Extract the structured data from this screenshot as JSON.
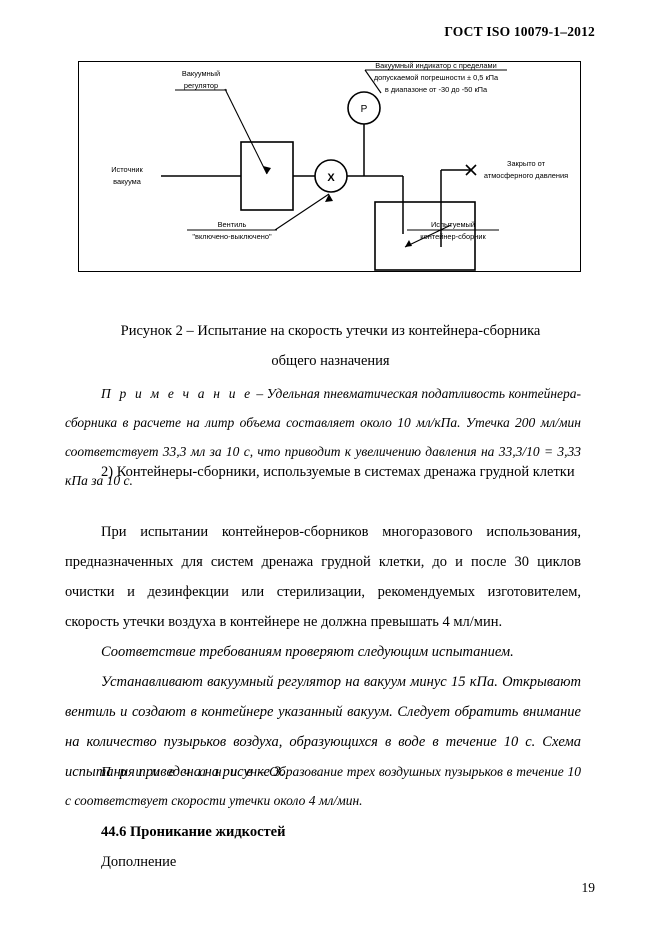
{
  "header": {
    "standard_title": "ГОСТ ISO 10079-1–2012"
  },
  "figure": {
    "labels": {
      "vacuum_regulator": [
        "Вакуумный",
        "регулятор"
      ],
      "vacuum_indicator": [
        "Вакуумный индикатор с пределами",
        "допускаемой погрешности ± 0,5 кПа",
        "в диапазоне от -30 до -50 кПа"
      ],
      "vacuum_source": [
        "Источник",
        "вакуума"
      ],
      "valve": [
        "Вентиль",
        "\"включено-выключено\""
      ],
      "closed_from_atmosphere": [
        "Закрыто от",
        "атмосферного давления"
      ],
      "test_container": [
        "Испытуемый",
        "контейнер-сборник"
      ],
      "gauge_symbol": "P",
      "valve_symbol": "X"
    }
  },
  "caption": {
    "line1": "Рисунок 2 – Испытание на скорость утечки из контейнера-сборника",
    "line2": "общего назначения"
  },
  "note1": {
    "word": "П р и м е ч а н и е",
    "dash": "–",
    "text": "Удельная пневматическая податливость контейнера-сборника в расчете на литр объема составляет около 10 мл/кПа. Утечка 200 мл/мин соответствует 33,3 мл за 10 с, что приводит к увеличению давления на 33,3/10 = 3,33 кПа за 10 с."
  },
  "paragraphs": {
    "item2": "2)  Контейнеры-сборники, используемые в системах дренажа грудной клетки",
    "p1": "При испытании контейнеров-сборников многоразового использования, предназначенных для систем дренажа грудной клетки, до и после 30 циклов очистки и дезинфекции или стерилизации, рекомендуемых изготовителем, скорость утечки воздуха в контейнере не должна превышать 4 мл/мин.",
    "p2": "Соответствие требованиям проверяют следующим испытанием.",
    "p3": "Устанавливают вакуумный регулятор на вакуум минус 15 кПа. Открывают вентиль и создают в контейнере указанный вакуум. Следует обратить внимание на количество пузырьков воздуха, образующихся в воде в течение 10 с. Схема испытания приведена на рисунке 3."
  },
  "note2": {
    "word": "П р и м е ч а н и е",
    "dash": "–",
    "text": "Образование трех воздушных пузырьков в течение 10 с соответствует скорости утечки около 4 мл/мин."
  },
  "section": {
    "heading": "44.6 Проникание жидкостей",
    "body": "Дополнение"
  },
  "footer": {
    "page_number": "19"
  }
}
